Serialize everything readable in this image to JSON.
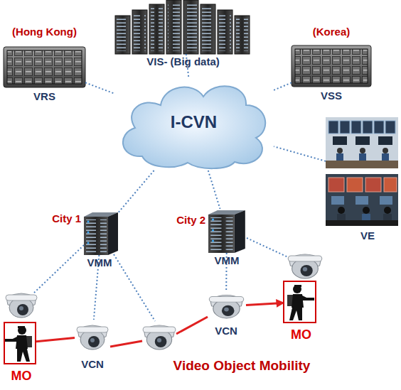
{
  "diagram": {
    "nodes": [
      {
        "text": [
          "(Hong Kong)",
          "VRS"
        ]
      },
      {
        "text": [
          "VIS- (Big data)"
        ]
      },
      {
        "text": [
          "(Korea)",
          "VSS"
        ]
      },
      {
        "text": [
          "I-CVN"
        ]
      },
      {
        "text": [
          "VE"
        ]
      },
      {
        "text": [
          "City 1",
          "VMM"
        ]
      },
      {
        "text": [
          "City 2",
          "VMM"
        ]
      },
      {
        "text": [
          "VCN"
        ]
      },
      {
        "text": [
          "VCN"
        ]
      },
      {
        "text": [
          "MO"
        ]
      },
      {
        "text": [
          "MO"
        ]
      }
    ],
    "edges": [
      {
        "from": 0,
        "to": 3,
        "arrow": "none"
      },
      {
        "from": 1,
        "to": 3,
        "arrow": "none"
      },
      {
        "from": 2,
        "to": 3,
        "arrow": "none"
      },
      {
        "from": 4,
        "to": 3,
        "arrow": "none"
      },
      {
        "from": 3,
        "to": 5,
        "arrow": "none"
      },
      {
        "from": 3,
        "to": 6,
        "arrow": "none"
      },
      {
        "from": 5,
        "to": 7,
        "arrow": "none"
      },
      {
        "from": 6,
        "to": 8,
        "arrow": "none"
      },
      {
        "from": 9,
        "to": 7,
        "arrow": "none"
      },
      {
        "from": 8,
        "to": 10,
        "arrow": "to"
      }
    ],
    "labels": [
      "Video Object Mobility"
    ]
  }
}
